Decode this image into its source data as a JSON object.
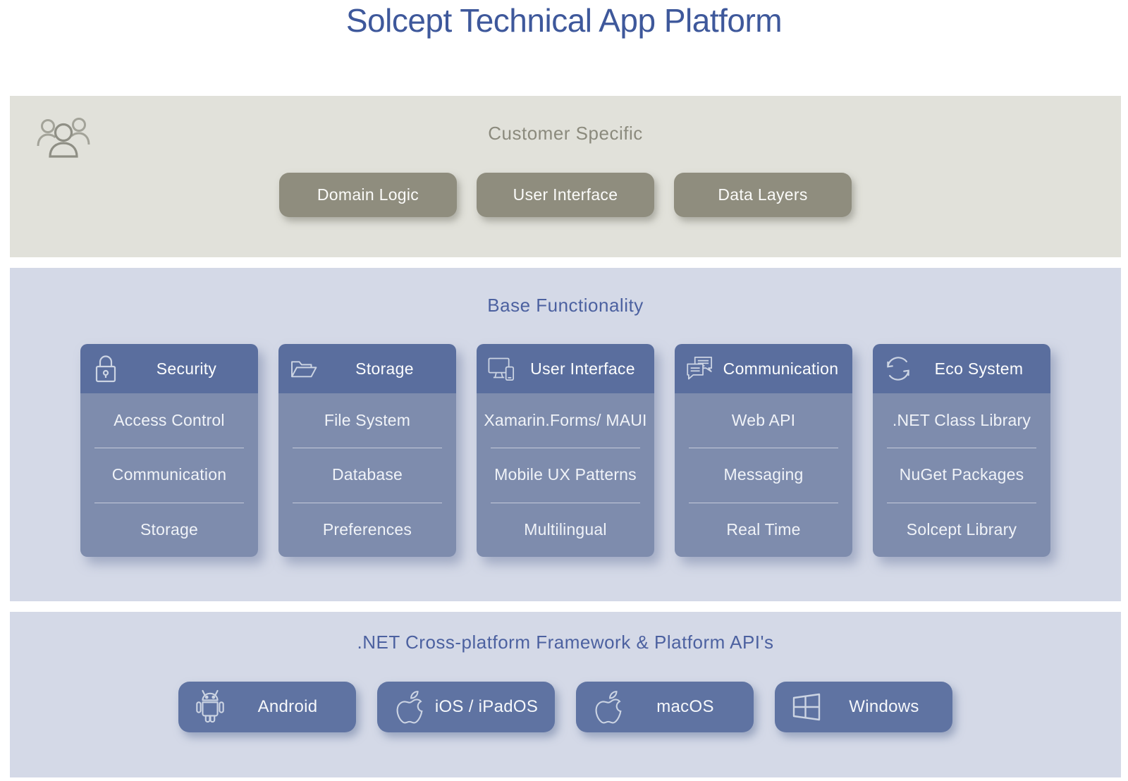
{
  "title": "Solcept Technical App Platform",
  "colors": {
    "title-blue": "#3e589b",
    "section-blue-text": "#4c61a0",
    "grey-bg": "#e1e1da",
    "grey-text": "#8b8a7d",
    "grey-button": "#8f8d7e",
    "lavender-bg": "#d4d9e7",
    "card-header": "#5a6e9e",
    "card-body": "#7e8cad",
    "platform-button": "#5f73a2"
  },
  "sections": {
    "customer": {
      "label": "Customer Specific",
      "icon": "group-icon",
      "buttons": [
        {
          "label": "Domain Logic"
        },
        {
          "label": "User Interface"
        },
        {
          "label": "Data Layers"
        }
      ]
    },
    "base": {
      "label": "Base Functionality",
      "cards": [
        {
          "title": "Security",
          "icon": "lock-icon",
          "items": [
            "Access Control",
            "Communication",
            "Storage"
          ]
        },
        {
          "title": "Storage",
          "icon": "folder-icon",
          "items": [
            "File System",
            "Database",
            "Preferences"
          ]
        },
        {
          "title": "User Interface",
          "icon": "devices-icon",
          "items": [
            "Xamarin.Forms/ MAUI",
            "Mobile UX Patterns",
            "Multilingual"
          ]
        },
        {
          "title": "Communication",
          "icon": "chat-icon",
          "items": [
            "Web API",
            "Messaging",
            "Real Time"
          ]
        },
        {
          "title": "Eco System",
          "icon": "sync-icon",
          "items": [
            ".NET Class Library",
            "NuGet Packages",
            "Solcept Library"
          ]
        }
      ]
    },
    "platforms": {
      "label": ".NET Cross-platform Framework & Platform API's",
      "buttons": [
        {
          "label": "Android",
          "icon": "android-icon"
        },
        {
          "label": "iOS / iPadOS",
          "icon": "apple-icon"
        },
        {
          "label": "macOS",
          "icon": "apple-icon"
        },
        {
          "label": "Windows",
          "icon": "windows-icon"
        }
      ]
    }
  }
}
